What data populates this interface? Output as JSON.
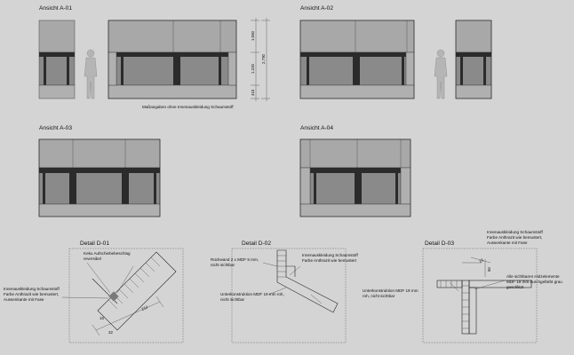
{
  "views": {
    "a01": "Ansicht A-01",
    "a02": "Ansicht A-02",
    "a03": "Ansicht A-03",
    "a04": "Ansicht A-04"
  },
  "dimensions_vertical": [
    "1.060",
    "1.220",
    "410",
    "2.790"
  ],
  "note_dimensions": "Maßangaben ohne Innenauskleidung Schaumstoff",
  "details": {
    "d01": {
      "title": "Detail D-01",
      "label_top": [
        "Keku Aufschiebebeschlag",
        "reversibel"
      ],
      "label_left": [
        "Innenauskleidung Schaumstoff",
        "Farbe Anthrazit wie bemustert,",
        "Aussenkante mit Fase"
      ],
      "dims": [
        "210",
        "15",
        "32"
      ]
    },
    "d02": {
      "title": "Detail D-02",
      "label_back": [
        "Rückwand 2 x MDF 5 mm,",
        "nicht sichtbar"
      ],
      "label_inner": [
        "Innenauskleidung Schaumstoff",
        "Farbe Anthrazit wie bemustert"
      ],
      "label_sub": [
        "Unterkonstruktion MDF 19 mm roh,",
        "nicht sichtbar"
      ]
    },
    "d03": {
      "title": "Detail D-03",
      "label_top": [
        "Innenauskleidung Schaumstoff",
        "Farbe Anthrazit wie bemustert,",
        "Aussenkante mit Fase"
      ],
      "label_sub": [
        "Unterkonstruktion MDF 19 mm",
        "roh, nicht sichtbar"
      ],
      "label_right": [
        "Alle sichtbaren Holzelemente",
        "MDF 19 mm durchgefärbt grau",
        "geschlitzt"
      ],
      "dims": [
        "15",
        "50"
      ]
    }
  }
}
